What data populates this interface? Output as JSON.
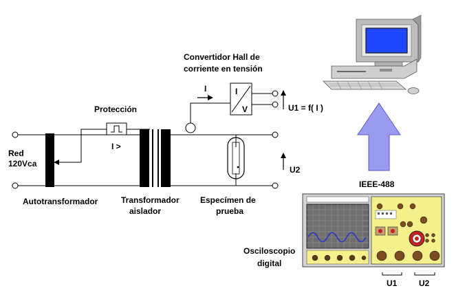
{
  "labels": {
    "red": "Red",
    "voltage": "120Vca",
    "autotransformador": "Autotransformador",
    "proteccion": "Protección",
    "i_gt": "I >",
    "transformador_1": "Transformador",
    "transformador_2": "aislador",
    "convertidor_1": "Convertidor Hall de",
    "convertidor_2": "corriente en tensión",
    "i_current": "I",
    "conv_i": "I",
    "conv_v": "V",
    "u1_eq": "U1 = f( I )",
    "u2": "U2",
    "especimen_1": "Especímen de",
    "especimen_2": "prueba",
    "ieee": "IEEE-488",
    "osc_1": "Osciloscopio",
    "osc_2": "digital",
    "scope_u1": "U1",
    "scope_u2": "U2"
  },
  "colors": {
    "wire": "#000000",
    "arrow_fill": "#9a9aee",
    "arrow_stroke": "#5a5acc",
    "scope_panel": "#f5f08c",
    "scope_screen": "#6e6e6e",
    "waveform": "#2a36c8",
    "monitor_screen": "#1f47ff",
    "computer_body": "#c8c8c8",
    "knob_red": "#c82020"
  },
  "icons": {
    "computer": "desktop-computer-icon",
    "oscilloscope": "digital-oscilloscope-icon",
    "link_arrow": "up-arrow-icon"
  }
}
